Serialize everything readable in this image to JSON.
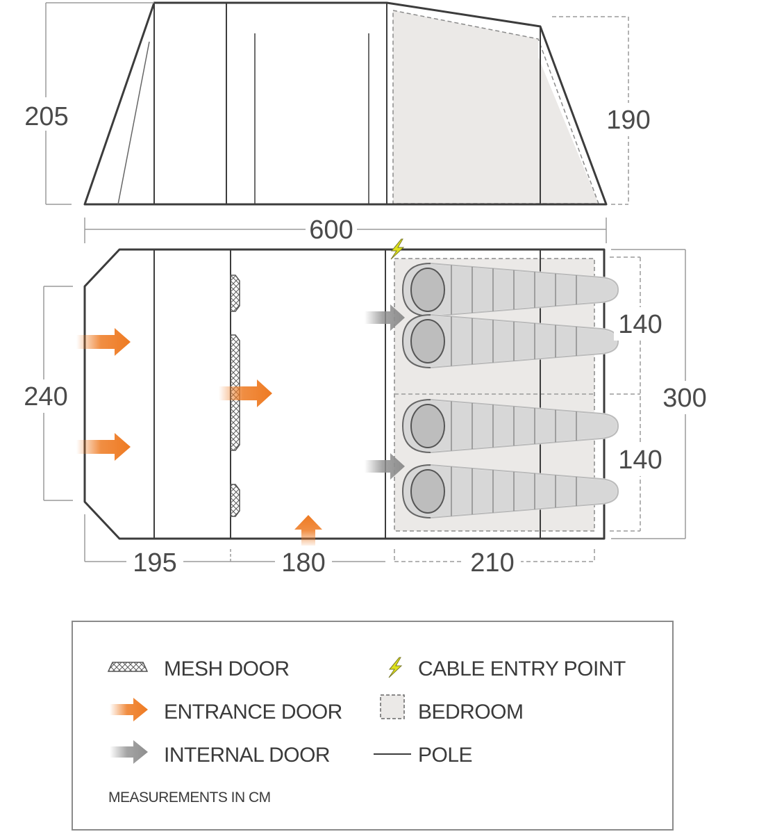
{
  "dimensions": {
    "side_height_left": "205",
    "side_height_right": "190",
    "total_length": "600",
    "front_width": "240",
    "total_width": "300",
    "bedroom_width_top": "140",
    "bedroom_width_bottom": "140",
    "porch_length": "195",
    "living_length": "180",
    "bedroom_length": "210"
  },
  "legend": {
    "mesh_door": "MESH DOOR",
    "entrance_door": "ENTRANCE DOOR",
    "internal_door": "INTERNAL DOOR",
    "cable_entry_point": "CABLE ENTRY POINT",
    "bedroom": "BEDROOM",
    "pole": "POLE",
    "units_note": "MEASUREMENTS IN CM"
  },
  "colors": {
    "outline": "#3c3c3c",
    "dimension_line": "#9a9a9a",
    "bedroom_fill": "#ebe9e7",
    "entrance_arrow": "#ee7a22",
    "internal_arrow": "#8e8e8e",
    "cable_bolt": "#dfe21a",
    "sleeping_bag": "#d9d9d9"
  },
  "icons": {
    "mesh_door": "mesh-door-icon",
    "entrance_door": "orange-arrow-icon",
    "internal_door": "grey-arrow-icon",
    "cable_entry_point": "lightning-bolt-icon",
    "bedroom": "dashed-square-icon",
    "pole": "pole-line-icon",
    "sleeping_bag": "sleeping-bag-icon"
  },
  "sleeping_bag_count": 4
}
